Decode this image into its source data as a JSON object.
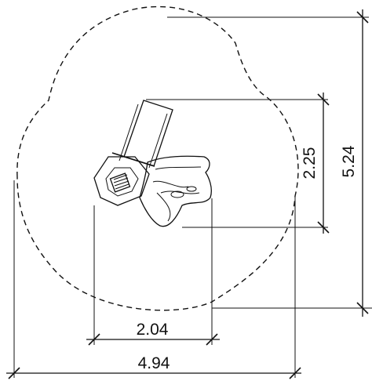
{
  "dimensions": {
    "overall_width": "4.94",
    "overall_height": "5.24",
    "equipment_width": "2.04",
    "equipment_height": "2.25"
  },
  "colors": {
    "line": "#111111",
    "background": "#ffffff"
  }
}
